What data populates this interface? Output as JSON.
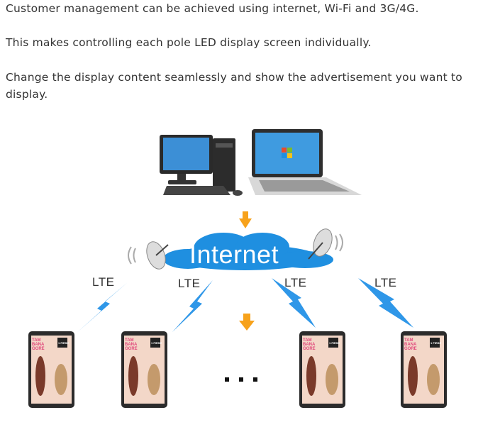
{
  "paragraphs": [
    "Customer management can be achieved using internet, Wi-Fi and 3G/4G.",
    "This makes controlling each pole LED display screen individually.",
    "Change the display content seamlessly and show the advertisement you want to display."
  ],
  "diagram": {
    "cloud_label": "Internet",
    "network_labels": [
      "LTE",
      "LTE",
      "LTE",
      "LTE"
    ],
    "sign_title": "TAM BANA GORE",
    "sign_brand": "1 FIRSE",
    "colors": {
      "cloud": "#1f8fe0",
      "arrow": "#f7a21b",
      "lightning": "#2f97e8",
      "screen_frame": "#2b2b2b"
    }
  }
}
